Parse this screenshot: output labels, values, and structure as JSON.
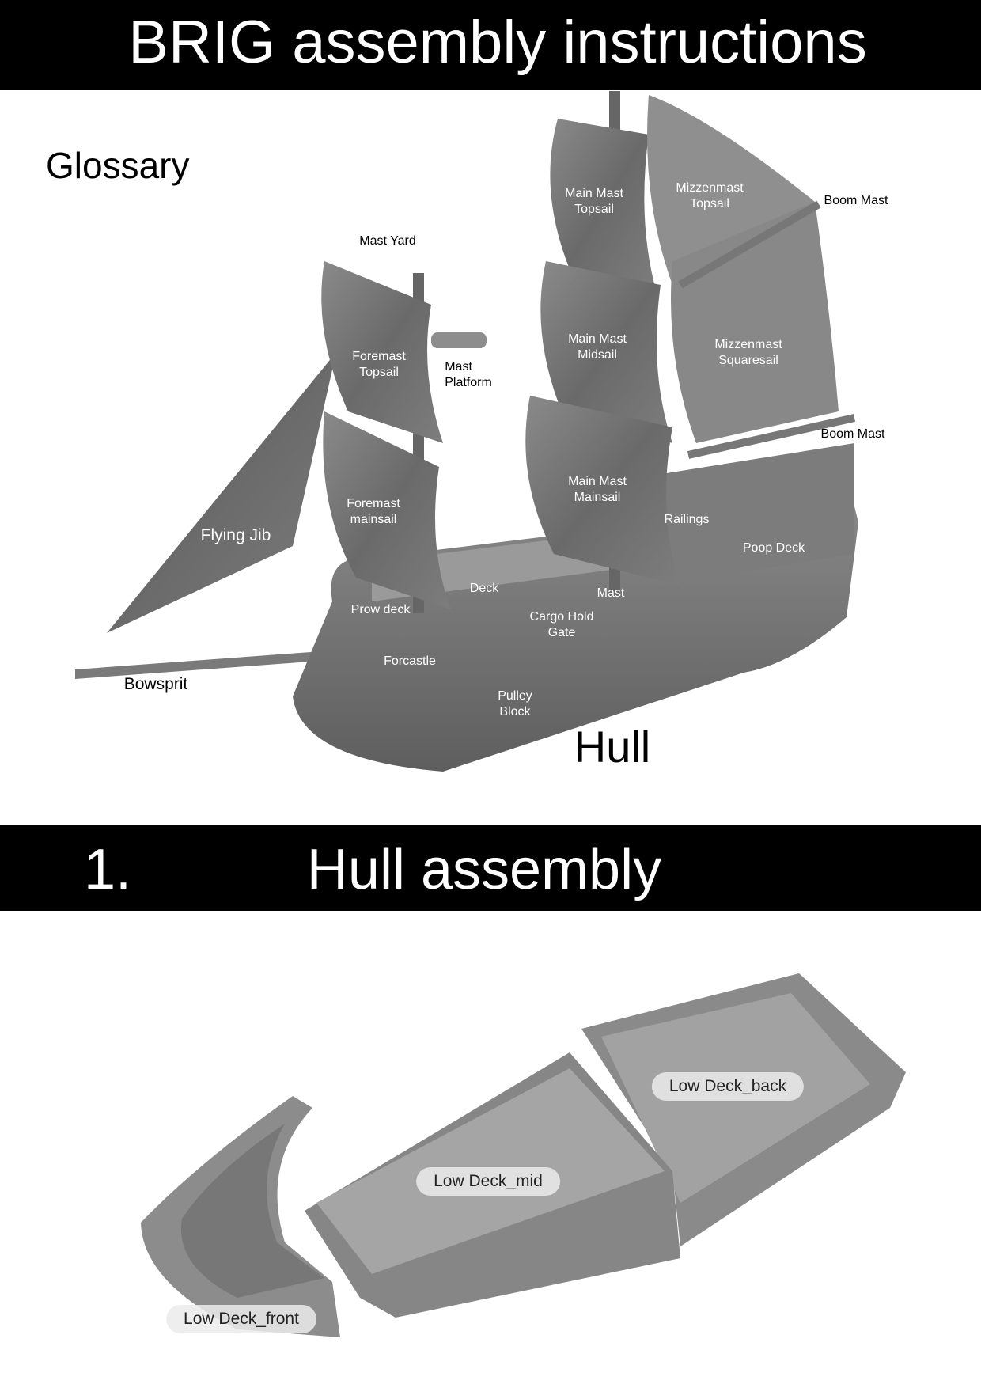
{
  "header": {
    "title": "BRIG assembly instructions"
  },
  "glossary": {
    "heading": "Glossary",
    "labels": {
      "mast_yard": "Mast Yard",
      "main_mast_topsail": "Main Mast\nTopsail",
      "mizzenmast_topsail": "Mizzenmast\nTopsail",
      "boom_mast_top": "Boom Mast",
      "foremast_topsail": "Foremast\nTopsail",
      "mast_platform": "Mast\nPlatform",
      "main_mast_midsail": "Main Mast\nMidsail",
      "mizzenmast_squaresail": "Mizzenmast\nSquaresail",
      "boom_mast_bottom": "Boom Mast",
      "main_mast_mainsail": "Main Mast\nMainsail",
      "foremast_mainsail": "Foremast\nmainsail",
      "flying_jib": "Flying Jib",
      "railings": "Railings",
      "poop_deck": "Poop Deck",
      "deck": "Deck",
      "mast": "Mast",
      "prow_deck": "Prow deck",
      "cargo_hold_gate": "Cargo Hold\nGate",
      "forcastle": "Forcastle",
      "bowsprit": "Bowsprit",
      "pulley_block": "Pulley\nBlock",
      "hull": "Hull"
    }
  },
  "section1": {
    "number": "1.",
    "title": "Hull assembly",
    "parts": {
      "back": "Low Deck_back",
      "mid": "Low Deck_mid",
      "front": "Low Deck_front"
    }
  }
}
